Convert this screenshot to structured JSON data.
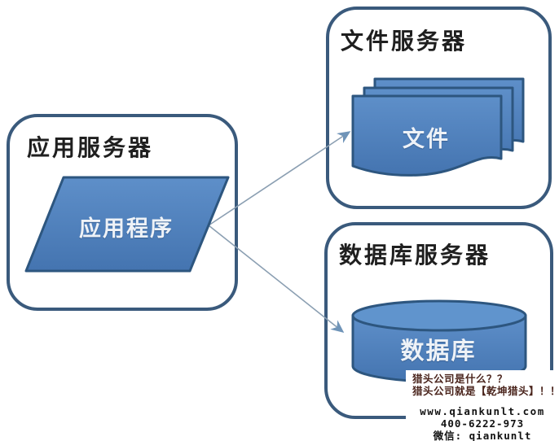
{
  "diagram": {
    "background": "#ffffff",
    "colors": {
      "node_fill": "#4a7db9",
      "node_fill_light": "#6094cd",
      "node_stroke": "#2d567f",
      "container_stroke": "#3a5a7c",
      "arrow_line": "#8b9fb2",
      "arrowhead": "#6f94b8",
      "shape_label_text": "#eef2f7",
      "title_text": "#1f1f1f"
    },
    "containers": {
      "app_server": {
        "title": "应用服务器"
      },
      "file_server": {
        "title": "文件服务器"
      },
      "db_server": {
        "title": "数据库服务器"
      }
    },
    "shapes": {
      "application": {
        "label": "应用程序",
        "type": "parallelogram"
      },
      "files": {
        "label": "文件",
        "type": "document-stack"
      },
      "database": {
        "label": "数据库",
        "type": "cylinder"
      }
    },
    "arrows": [
      {
        "from": "应用程序",
        "to": "文件"
      },
      {
        "from": "应用程序",
        "to": "数据库"
      }
    ]
  },
  "watermark": {
    "colors": {
      "headline": "#4a241c",
      "body": "#121212",
      "background": "#ffffff"
    },
    "headline1": "猎头公司是什么？？",
    "headline2": "猎头公司就是【乾坤猎头】！！",
    "website": "www.qiankunlt.com",
    "phone": "400-6222-973",
    "wechat": "微信: qiankunlt"
  }
}
